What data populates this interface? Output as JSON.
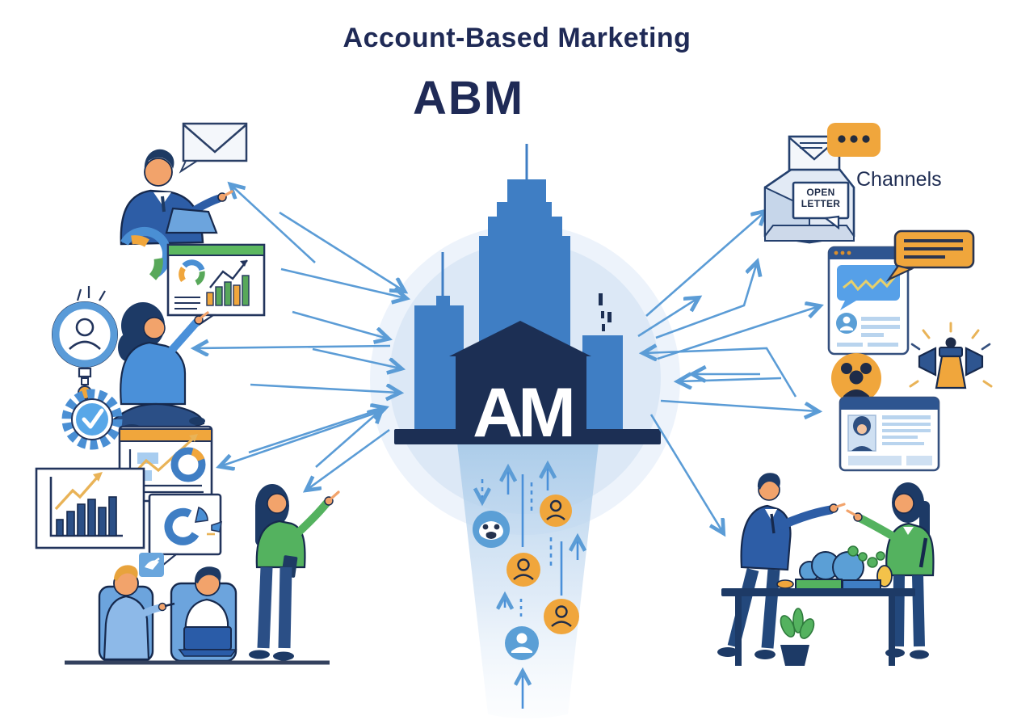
{
  "title": {
    "main": "Account-Based Marketing",
    "abbr": "ABM"
  },
  "labels": {
    "channels": "Channels",
    "open_letter_line1": "OPEN",
    "open_letter_line2": "LETTER",
    "monogram": "AM"
  },
  "colors": {
    "navy_text": "#1f2a56",
    "building_blue": "#3f7ec4",
    "building_navy": "#1c2f54",
    "glow": "#dce8f6",
    "arrow": "#5b9cd6",
    "orange": "#f0a63c",
    "green": "#54b25f",
    "chair_blue": "#6ca4dd",
    "skin": "#f2a36b"
  },
  "center": {
    "name": "abm-target-building",
    "monogram": "AM",
    "funnel_icons": [
      "group-face-circle",
      "lead-person-orange",
      "lead-person-orange",
      "lead-person-orange",
      "lead-person-blue"
    ]
  },
  "left_cluster": {
    "items": [
      {
        "name": "email-envelope-bubble"
      },
      {
        "name": "businessman-with-laptop"
      },
      {
        "name": "donut-chart"
      },
      {
        "name": "presentation-board"
      },
      {
        "name": "prospect-magnifier"
      },
      {
        "name": "sitting-woman-presenter"
      },
      {
        "name": "gear-check-badge"
      },
      {
        "name": "analytics-card"
      },
      {
        "name": "bar-chart-board"
      },
      {
        "name": "pie-chart-bubble"
      },
      {
        "name": "tag-badge"
      },
      {
        "name": "seated-team"
      },
      {
        "name": "standing-woman-pointing"
      }
    ]
  },
  "right_cluster": {
    "heading": "Channels",
    "items": [
      {
        "name": "open-letter-mail"
      },
      {
        "name": "chat-dots-bubble"
      },
      {
        "name": "website-chat-card"
      },
      {
        "name": "orange-message-bubble"
      },
      {
        "name": "audience-group-badge"
      },
      {
        "name": "megaphone-announcement"
      },
      {
        "name": "customer-profile-card"
      },
      {
        "name": "negotiation-table-scene"
      }
    ]
  }
}
